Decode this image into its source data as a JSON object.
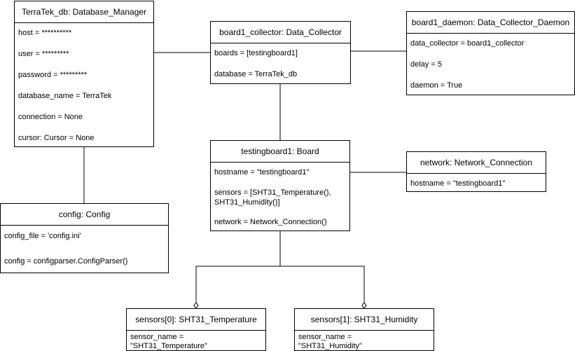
{
  "objects": {
    "db_manager": {
      "title": "TerraTek_db: Database_Manager",
      "attrs": [
        "host = **********",
        "user = *********",
        "password = *********",
        "database_name = TerraTek",
        "connection = None",
        "cursor: Cursor = None"
      ]
    },
    "collector": {
      "title": "board1_collector: Data_Collector",
      "attrs": [
        "boards = [testingboard1]",
        "database = TerraTek_db"
      ]
    },
    "daemon": {
      "title": "board1_daemon: Data_Collector_Daemon",
      "attrs": [
        "data_collector = board1_collector",
        "delay = 5",
        "daemon = True"
      ]
    },
    "board": {
      "title": "testingboard1: Board",
      "attrs": [
        "hostname = \"testingboard1\"",
        "sensors = [SHT31_Temperature(),\nSHT31_Humidity()]",
        "network = Network_Connection()"
      ]
    },
    "network": {
      "title": "network: Network_Connection",
      "attrs": [
        "hostname = \"testingboard1\""
      ]
    },
    "config": {
      "title": "config: Config",
      "attrs": [
        "config_file = 'config.ini'",
        "config = configparser.ConfigParser()"
      ]
    },
    "sensor_temp": {
      "title": "sensors[0]: SHT31_Temperature",
      "attrs": [
        "sensor_name =\n\"SHT31_Temperature\""
      ]
    },
    "sensor_hum": {
      "title": "sensors[1]: SHT31_Humidity",
      "attrs": [
        "sensor_name =\n\"SHT31_Humidity\""
      ]
    }
  }
}
